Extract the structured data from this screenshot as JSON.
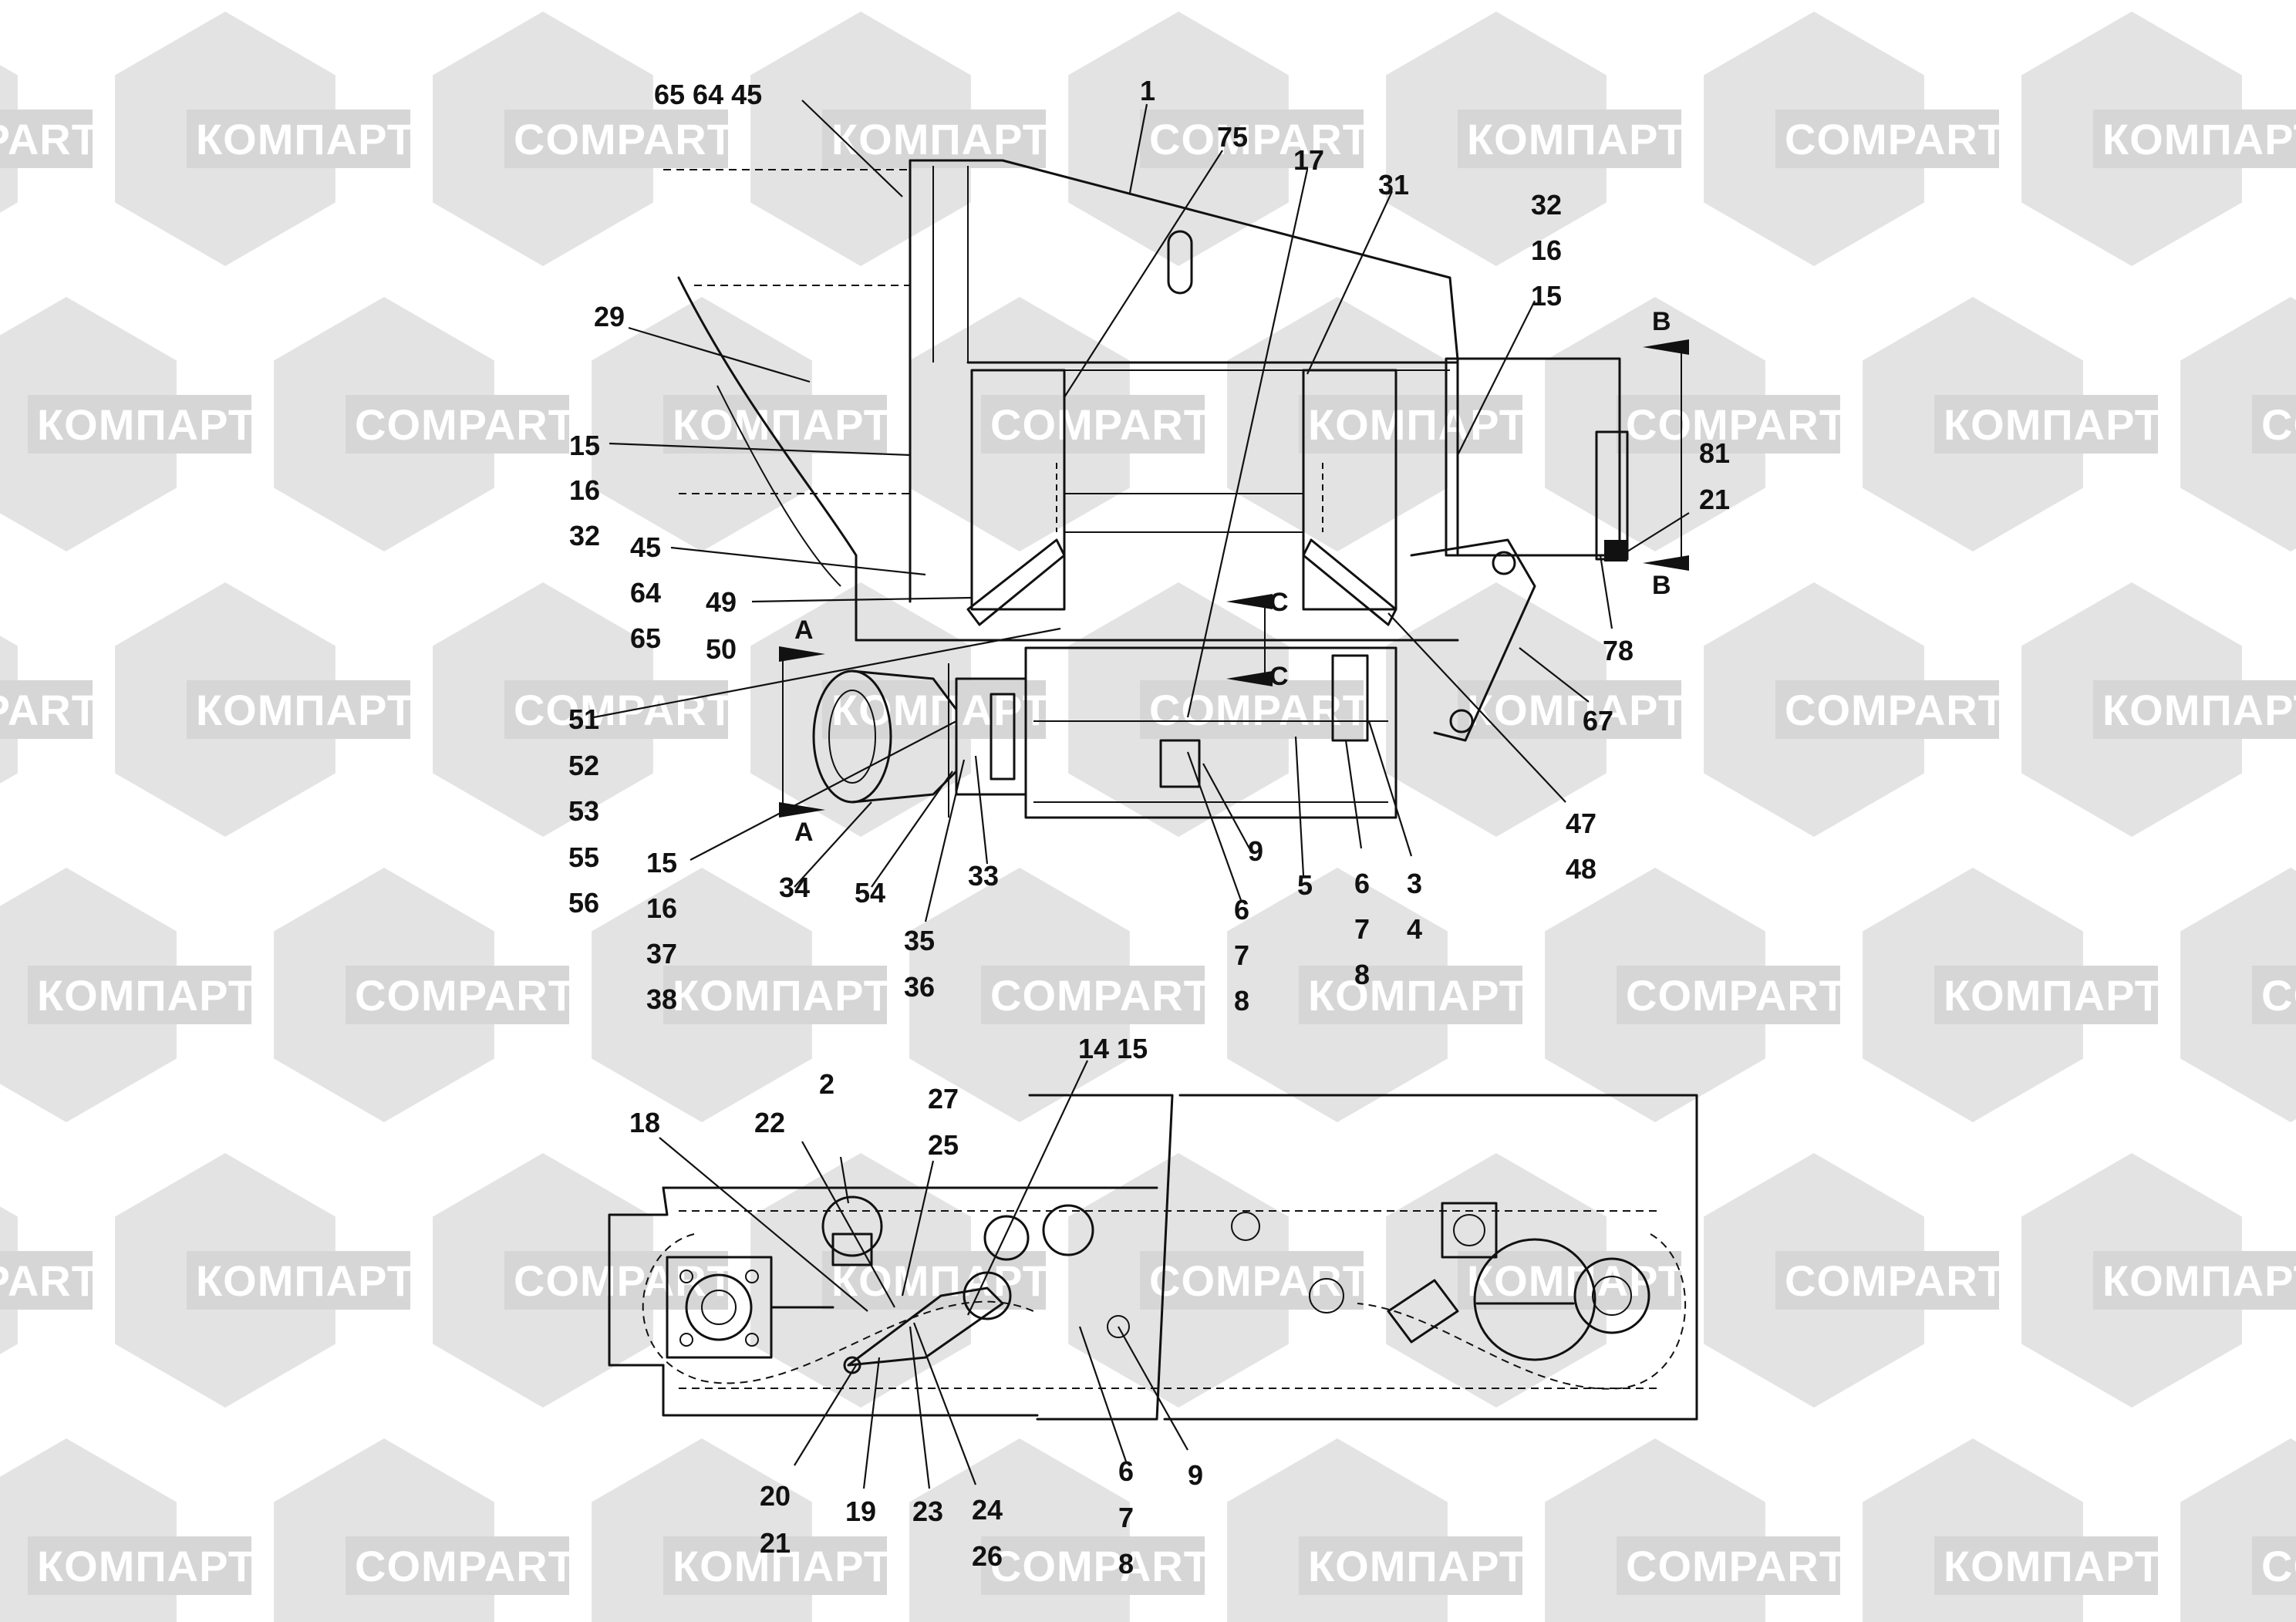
{
  "watermark": {
    "latin": "COMPART",
    "cyrillic": "КОМПАРТ"
  },
  "callouts": {
    "c65_64_45": "65 64 45",
    "c1": "1",
    "c75": "75",
    "c17": "17",
    "c31": "31",
    "c32a": "32",
    "c16a": "16",
    "c15a": "15",
    "c29": "29",
    "c15b": "15",
    "c16b": "16",
    "c32b": "32",
    "c45": "45",
    "c64": "64",
    "c65": "65",
    "c49": "49",
    "c50": "50",
    "c51": "51",
    "c52": "52",
    "c53": "53",
    "c55": "55",
    "c56": "56",
    "c15c": "15",
    "c16c": "16",
    "c37": "37",
    "c38": "38",
    "c34": "34",
    "c54": "54",
    "c35": "35",
    "c36": "36",
    "c33": "33",
    "c9a": "9",
    "c6a": "6",
    "c7a": "7",
    "c8a": "8",
    "c5": "5",
    "c6b": "6",
    "c7b": "7",
    "c8b": "8",
    "c3": "3",
    "c4": "4",
    "c47": "47",
    "c48": "48",
    "c67": "67",
    "c78": "78",
    "c81": "81",
    "c21a": "21",
    "c14_15": "14 15",
    "c2": "2",
    "c27": "27",
    "c25": "25",
    "c18": "18",
    "c22": "22",
    "c20": "20",
    "c21b": "21",
    "c19": "19",
    "c23": "23",
    "c24": "24",
    "c26": "26",
    "c6c": "6",
    "c7c": "7",
    "c8c": "8",
    "c9b": "9"
  },
  "section_markers": {
    "a_top": "A",
    "a_bottom": "A",
    "b_top": "B",
    "b_bottom": "B",
    "c_top": "C",
    "c_bottom": "C"
  }
}
